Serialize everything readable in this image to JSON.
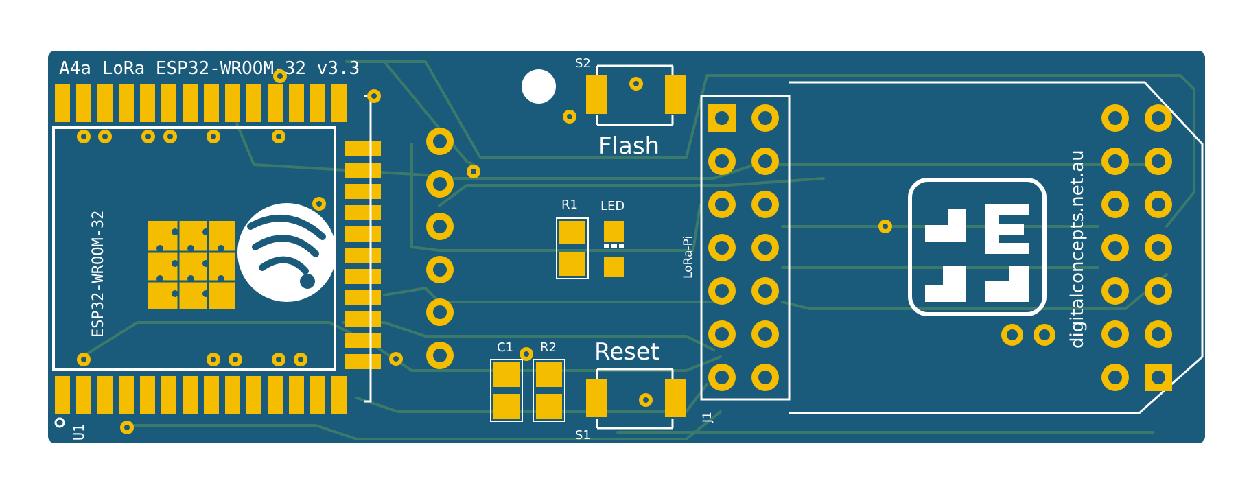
{
  "board": {
    "title": "A4a LoRa ESP32-WROOM-32 v3.3",
    "website": "digitalconcepts.net.au",
    "colors": {
      "board": "#1a5a7a",
      "copper_pad": "#f5bd00",
      "silkscreen": "#ffffff",
      "trace": "#3b7a6a"
    }
  },
  "labels": {
    "module_name": "ESP32-WROOM-32",
    "module_ref": "U1",
    "switch_flash_ref": "S2",
    "switch_flash_label": "Flash",
    "switch_reset_ref": "S1",
    "switch_reset_label": "Reset",
    "resistor1": "R1",
    "led": "LED",
    "capacitor1": "C1",
    "resistor2": "R2",
    "header_name": "LoRa-Pi",
    "header_ref": "J1"
  }
}
